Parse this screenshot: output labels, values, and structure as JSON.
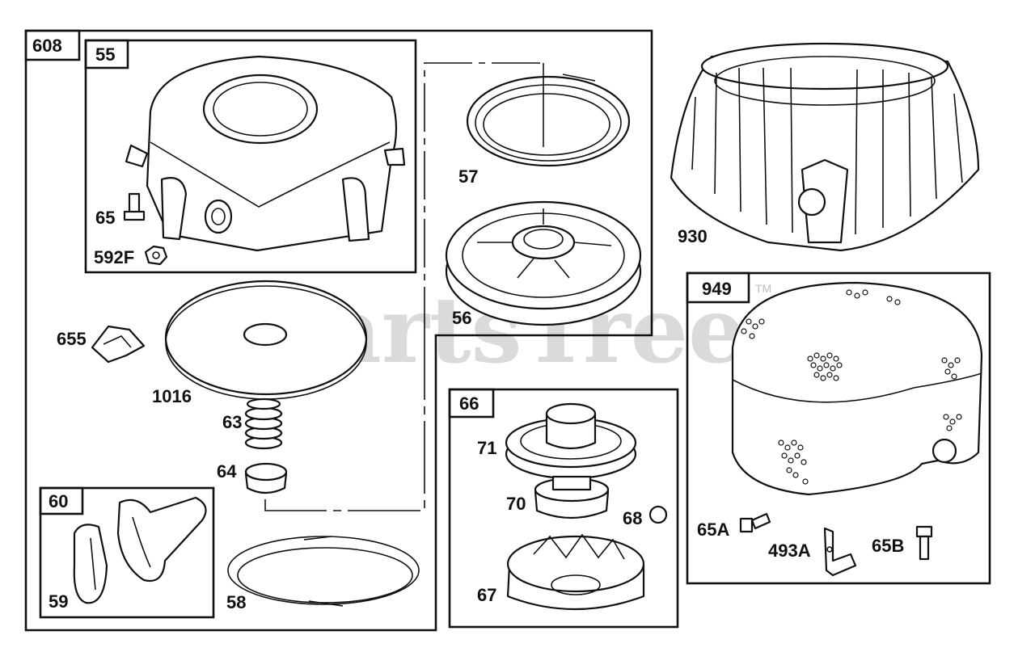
{
  "watermark": {
    "text": "PartsTree",
    "trademark": "TM"
  },
  "groups": {
    "g608": "608",
    "g55": "55",
    "g60": "60",
    "g66": "66",
    "g949": "949"
  },
  "parts": {
    "p65": "65",
    "p592F": "592F",
    "p57": "57",
    "p56": "56",
    "p930": "930",
    "p655": "655",
    "p1016": "1016",
    "p63": "63",
    "p64": "64",
    "p59": "59",
    "p58": "58",
    "p71": "71",
    "p70": "70",
    "p68": "68",
    "p67": "67",
    "p65A": "65A",
    "p493A": "493A",
    "p65B": "65B"
  }
}
